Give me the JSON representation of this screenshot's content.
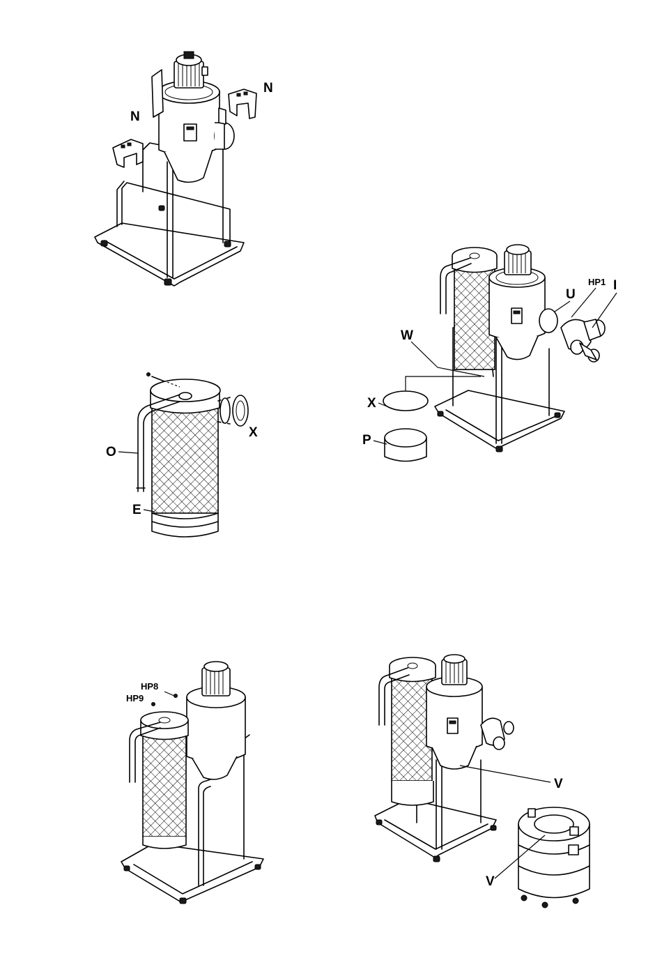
{
  "figures": {
    "fig1": {
      "labels": [
        "N",
        "N"
      ]
    },
    "fig2": {
      "labels": [
        "O",
        "E",
        "X"
      ]
    },
    "fig3": {
      "labels": [
        "HP1",
        "I",
        "U",
        "W",
        "X",
        "P"
      ]
    },
    "fig4": {
      "labels": [
        "HP8",
        "HP9"
      ]
    },
    "fig5": {
      "labels": [
        "V",
        "V"
      ]
    }
  },
  "colors": {
    "line": "#000000",
    "background": "#ffffff",
    "mesh": "#000000"
  },
  "icons": [
    "motor-icon",
    "cyclone-icon",
    "filter-cartridge-icon",
    "wheeled-frame-icon",
    "collection-drum-icon"
  ]
}
